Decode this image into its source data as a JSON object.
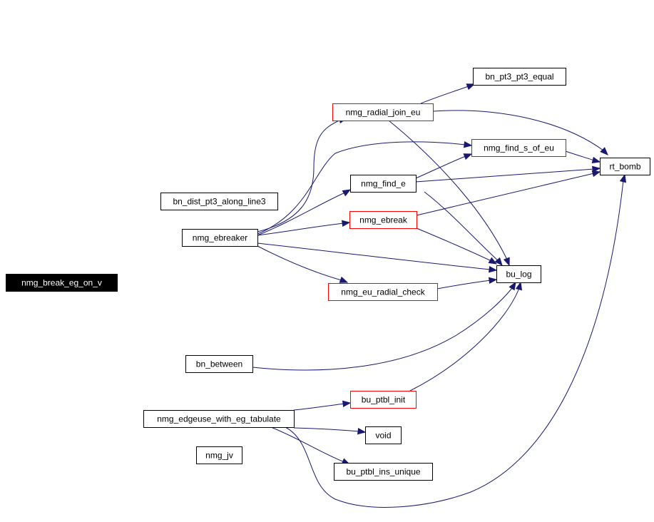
{
  "colors": {
    "edge": "#191970",
    "root_fill": "#000000",
    "root_text": "#ffffff",
    "node_fill": "#ffffff",
    "node_text": "#000000",
    "node_border": "#000000",
    "truncated_border": "#ff0000"
  },
  "nodes": {
    "root": {
      "label": "nmg_break_eg_on_v",
      "style": "root"
    },
    "bn_pt3_pt3_equal": {
      "label": "bn_pt3_pt3_equal",
      "style": "normal"
    },
    "nmg_radial_join_eu": {
      "label": "nmg_radial_join_eu",
      "style": "truncated"
    },
    "nmg_find_s_of_eu": {
      "label": "nmg_find_s_of_eu",
      "style": "truncated"
    },
    "rt_bomb": {
      "label": "rt_bomb",
      "style": "normal"
    },
    "nmg_find_e": {
      "label": "nmg_find_e",
      "style": "normal"
    },
    "bn_dist_pt3_along_line3": {
      "label": "bn_dist_pt3_along_line3",
      "style": "normal"
    },
    "nmg_ebreaker": {
      "label": "nmg_ebreaker",
      "style": "normal"
    },
    "nmg_ebreak": {
      "label": "nmg_ebreak",
      "style": "truncated"
    },
    "bu_log": {
      "label": "bu_log",
      "style": "normal"
    },
    "nmg_eu_radial_check": {
      "label": "nmg_eu_radial_check",
      "style": "truncated"
    },
    "bn_between": {
      "label": "bn_between",
      "style": "normal"
    },
    "bu_ptbl_init": {
      "label": "bu_ptbl_init",
      "style": "truncated"
    },
    "nmg_edgeuse_with_eg_tabulate": {
      "label": "nmg_edgeuse_with_eg_tabulate",
      "style": "normal"
    },
    "void": {
      "label": "void",
      "style": "normal"
    },
    "nmg_jv": {
      "label": "nmg_jv",
      "style": "normal"
    },
    "bu_ptbl_ins_unique": {
      "label": "bu_ptbl_ins_unique",
      "style": "normal"
    }
  },
  "edges": [
    {
      "from": "nmg_break_eg_on_v",
      "to": "bn_pt3_pt3_equal"
    },
    {
      "from": "nmg_break_eg_on_v",
      "to": "rt_bomb"
    },
    {
      "from": "nmg_break_eg_on_v",
      "to": "bn_dist_pt3_along_line3"
    },
    {
      "from": "nmg_break_eg_on_v",
      "to": "nmg_ebreaker"
    },
    {
      "from": "nmg_break_eg_on_v",
      "to": "bu_log"
    },
    {
      "from": "nmg_break_eg_on_v",
      "to": "bn_between"
    },
    {
      "from": "nmg_break_eg_on_v",
      "to": "nmg_edgeuse_with_eg_tabulate"
    },
    {
      "from": "nmg_break_eg_on_v",
      "to": "nmg_jv"
    },
    {
      "from": "nmg_radial_join_eu",
      "to": "bn_pt3_pt3_equal"
    },
    {
      "from": "nmg_radial_join_eu",
      "to": "rt_bomb"
    },
    {
      "from": "nmg_radial_join_eu",
      "to": "bu_log"
    },
    {
      "from": "nmg_find_s_of_eu",
      "to": "rt_bomb"
    },
    {
      "from": "nmg_find_e",
      "to": "nmg_find_s_of_eu"
    },
    {
      "from": "nmg_find_e",
      "to": "rt_bomb"
    },
    {
      "from": "nmg_find_e",
      "to": "bu_log"
    },
    {
      "from": "nmg_ebreaker",
      "to": "nmg_radial_join_eu"
    },
    {
      "from": "nmg_ebreaker",
      "to": "nmg_find_s_of_eu"
    },
    {
      "from": "nmg_ebreaker",
      "to": "nmg_find_e"
    },
    {
      "from": "nmg_ebreaker",
      "to": "nmg_ebreak"
    },
    {
      "from": "nmg_ebreaker",
      "to": "bu_log"
    },
    {
      "from": "nmg_ebreaker",
      "to": "nmg_eu_radial_check"
    },
    {
      "from": "nmg_ebreak",
      "to": "rt_bomb"
    },
    {
      "from": "nmg_ebreak",
      "to": "bu_log"
    },
    {
      "from": "nmg_eu_radial_check",
      "to": "bu_log"
    },
    {
      "from": "bn_between",
      "to": "bu_log"
    },
    {
      "from": "nmg_edgeuse_with_eg_tabulate",
      "to": "bu_ptbl_init"
    },
    {
      "from": "nmg_edgeuse_with_eg_tabulate",
      "to": "void"
    },
    {
      "from": "nmg_edgeuse_with_eg_tabulate",
      "to": "bu_ptbl_ins_unique"
    },
    {
      "from": "nmg_edgeuse_with_eg_tabulate",
      "to": "rt_bomb"
    },
    {
      "from": "bu_ptbl_init",
      "to": "bu_log"
    }
  ]
}
